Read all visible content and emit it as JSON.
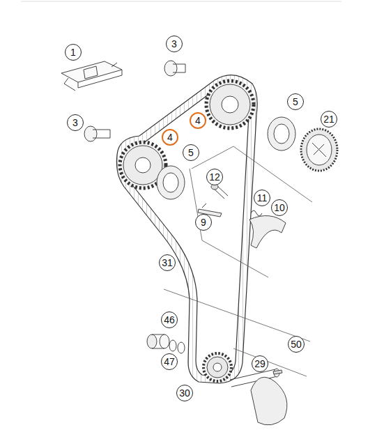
{
  "diagram": {
    "labels": [
      "1",
      "3",
      "3",
      "4",
      "4",
      "5",
      "5",
      "21",
      "12",
      "11",
      "10",
      "9",
      "31",
      "46",
      "47",
      "50",
      "29",
      "30"
    ]
  }
}
